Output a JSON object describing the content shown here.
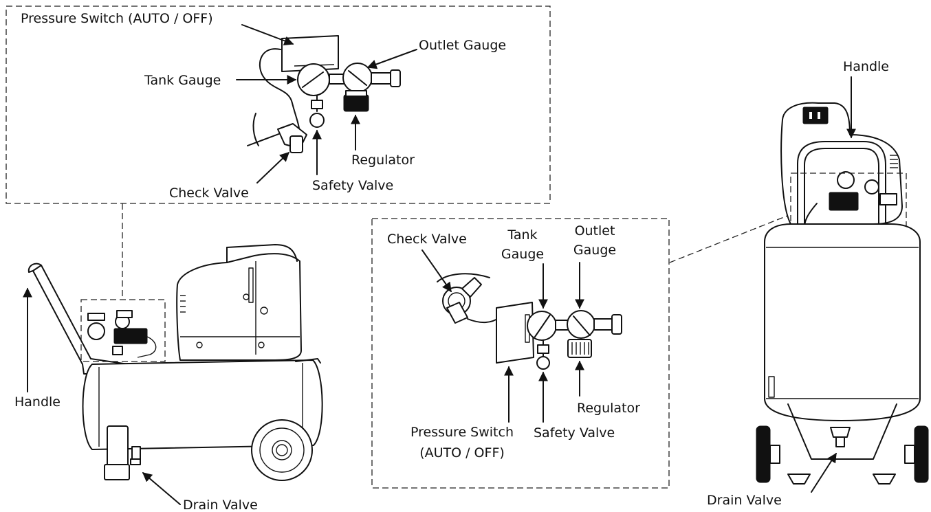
{
  "inset_top": {
    "pressure_switch": "Pressure Switch (AUTO / OFF)",
    "outlet_gauge": "Outlet Gauge",
    "tank_gauge": "Tank Gauge",
    "regulator": "Regulator",
    "safety_valve": "Safety Valve",
    "check_valve": "Check Valve"
  },
  "horizontal_unit": {
    "handle": "Handle",
    "drain_valve": "Drain Valve"
  },
  "inset_right": {
    "check_valve": "Check Valve",
    "tank_gauge_line1": "Tank",
    "tank_gauge_line2": "Gauge",
    "outlet_gauge_line1": "Outlet",
    "outlet_gauge_line2": "Gauge",
    "regulator": "Regulator",
    "pressure_switch_line1": "Pressure Switch",
    "pressure_switch_line2": "(AUTO / OFF)",
    "safety_valve": "Safety Valve"
  },
  "vertical_unit": {
    "handle": "Handle",
    "drain_valve": "Drain Valve"
  }
}
